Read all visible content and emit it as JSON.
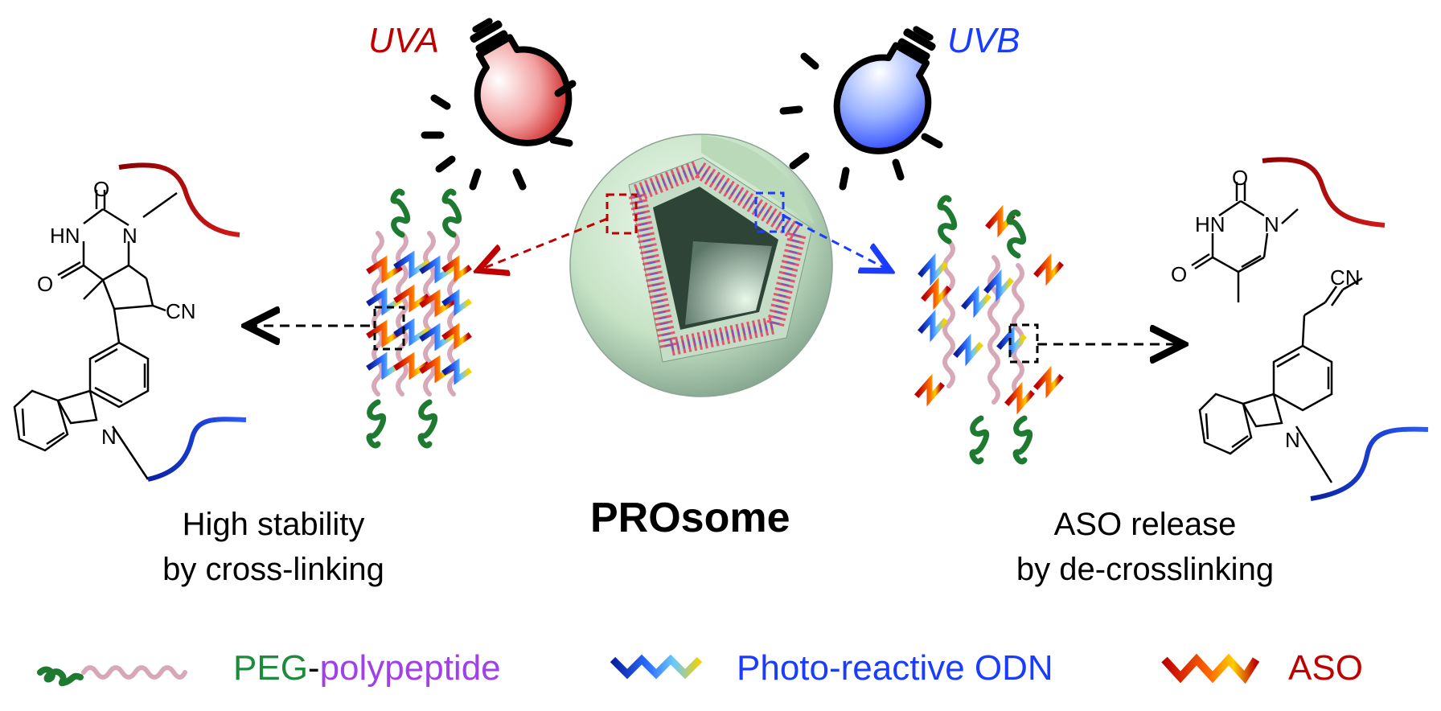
{
  "labels": {
    "uva": "UVA",
    "uvb": "UVB",
    "center_title": "PROsome",
    "left_caption_line1": "High stability",
    "left_caption_line2": "by cross-linking",
    "right_caption_line1": "ASO release",
    "right_caption_line2": "by de-crosslinking"
  },
  "legend": {
    "peg": "PEG",
    "dash": "-",
    "polypeptide": "polypeptide",
    "odn": "Photo-reactive ODN",
    "aso": "ASO"
  },
  "molecules": {
    "left": {
      "o_top": "O",
      "hn": "HN",
      "n": "N",
      "o_left": "O",
      "cn": "CN",
      "n_carbazole": "N"
    },
    "right": {
      "o_top": "O",
      "hn": "HN",
      "n": "N",
      "o_left": "O",
      "cn": "CN",
      "n_carbazole": "N"
    }
  },
  "colors": {
    "uva": "#c00000",
    "uvb": "#1a3cff",
    "peg": "#1e8a3c",
    "polypeptide": "#a040e8",
    "odn": "#1a3cff",
    "aso": "#c00000",
    "sphere": "#c8e6c8",
    "helix": "#d7a9b8"
  }
}
